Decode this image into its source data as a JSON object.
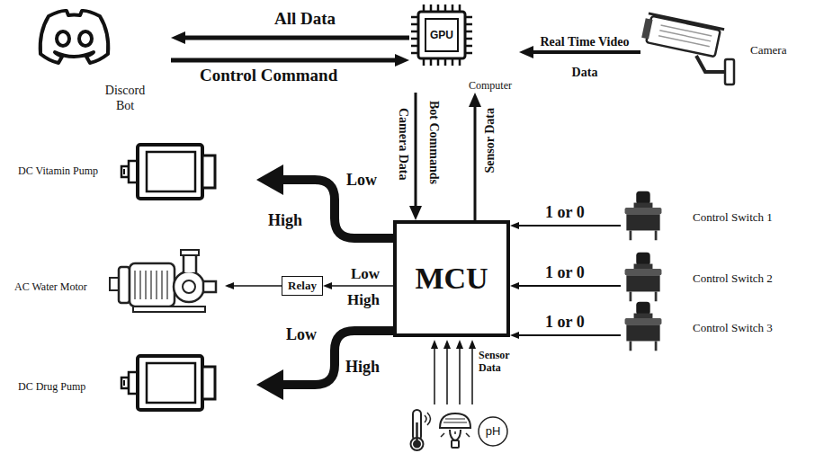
{
  "diagram": {
    "nodes": [
      {
        "text": [
          "Discord Bot"
        ]
      },
      {
        "text": [
          "GPU",
          "Computer"
        ]
      },
      {
        "text": [
          "Camera"
        ]
      },
      {
        "text": [
          "DC Vitamin Pump"
        ]
      },
      {
        "text": [
          "MCU"
        ]
      },
      {
        "text": [
          "Control Switch 1"
        ]
      },
      {
        "text": [
          "AC Water Motor"
        ]
      },
      {
        "text": [
          "Relay"
        ]
      },
      {
        "text": [
          "Control Switch 2"
        ]
      },
      {
        "text": [
          "DC Drug Pump"
        ]
      },
      {
        "text": [
          "Control Switch 3"
        ]
      }
    ],
    "edges": [
      {
        "from": 1,
        "to": 0,
        "arrow": "to",
        "label": "All Data"
      },
      {
        "from": 0,
        "to": 1,
        "arrow": "to",
        "label": "Control Command"
      },
      {
        "from": 2,
        "to": 1,
        "arrow": "to",
        "label": "Real Time Video Data"
      },
      {
        "from": 1,
        "to": 4,
        "arrow": "to",
        "label": "Bot Commands"
      },
      {
        "from": 4,
        "to": 1,
        "arrow": "to",
        "label": "Sensor Data"
      },
      {
        "from": 4,
        "to": 3,
        "arrow": "to"
      },
      {
        "from": 4,
        "to": 7,
        "arrow": "to"
      },
      {
        "from": 7,
        "to": 6,
        "arrow": "to"
      },
      {
        "from": 4,
        "to": 9,
        "arrow": "to"
      },
      {
        "from": 5,
        "to": 4,
        "arrow": "to",
        "label": "1 or 0"
      },
      {
        "from": 8,
        "to": 4,
        "arrow": "to",
        "label": "1 or 0"
      },
      {
        "from": 10,
        "to": 4,
        "arrow": "to",
        "label": "1 or 0"
      }
    ],
    "labels": [
      "Camera Data",
      "Low",
      "High",
      "Low",
      "High",
      "Low",
      "High",
      "Sensor Data",
      "pH"
    ]
  }
}
